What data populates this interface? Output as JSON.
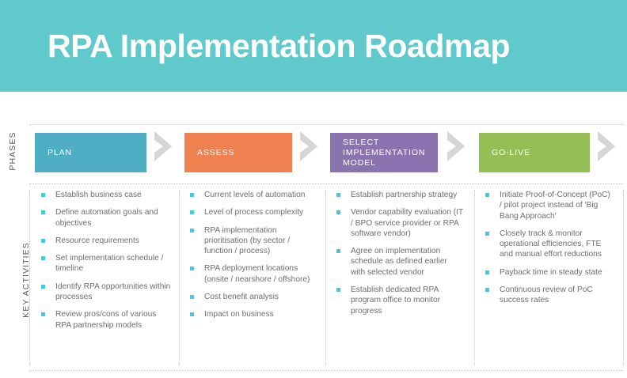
{
  "header": {
    "title": "RPA Implementation Roadmap",
    "band_color": "#5FC9CB",
    "title_color": "#FFFFFF"
  },
  "rows": {
    "phases_label": "PHASES",
    "activities_label": "KEY ACTIVITIES"
  },
  "colors": {
    "plan": "#4FAEC4",
    "assess": "#EF8050",
    "select": "#8B73AF",
    "golive": "#95BE54",
    "chevron": "#D5D5D5",
    "bullet": "#4CC6E0",
    "body_text": "#6D6D6D",
    "rule": "#C6C6C6"
  },
  "phases": [
    {
      "label": "PLAN",
      "color_key": "plan"
    },
    {
      "label": "ASSESS",
      "color_key": "assess"
    },
    {
      "label": "SELECT\nIMPLEMENTATION\nMODEL",
      "color_key": "select"
    },
    {
      "label": "GO-LIVE",
      "color_key": "golive"
    }
  ],
  "activities": [
    {
      "phase": "PLAN",
      "items": [
        "Establish business case",
        "Define automation goals and objectives",
        "Resource requirements",
        "Set implementation schedule / timeline",
        "Identify RPA opportunities within processes",
        "Review pros/cons of various RPA partnership models"
      ]
    },
    {
      "phase": "ASSESS",
      "items": [
        "Current levels of automation",
        "Level of process complexity",
        "RPA implementation prioritisation (by sector / function / process)",
        "RPA deployment locations (onsite / nearshore / offshore)",
        "Cost benefit analysis",
        "Impact on business"
      ]
    },
    {
      "phase": "SELECT IMPLEMENTATION MODEL",
      "items": [
        "Establish partnership strategy",
        "Vendor capability evaluation (IT / BPO service provider or RPA software vendor)",
        "Agree on implementation schedule as defined earlier with selected vendor",
        "Establish dedicated RPA program office to monitor progress"
      ]
    },
    {
      "phase": "GO-LIVE",
      "items": [
        "Initiate Proof-of-Concept (PoC) / pilot project instead of 'Big Bang Approach'",
        "Closely track & monitor operational efficiencies, FTE and manual effort reductions",
        "Payback time in steady state",
        "Continuous review of PoC success rates"
      ]
    }
  ]
}
